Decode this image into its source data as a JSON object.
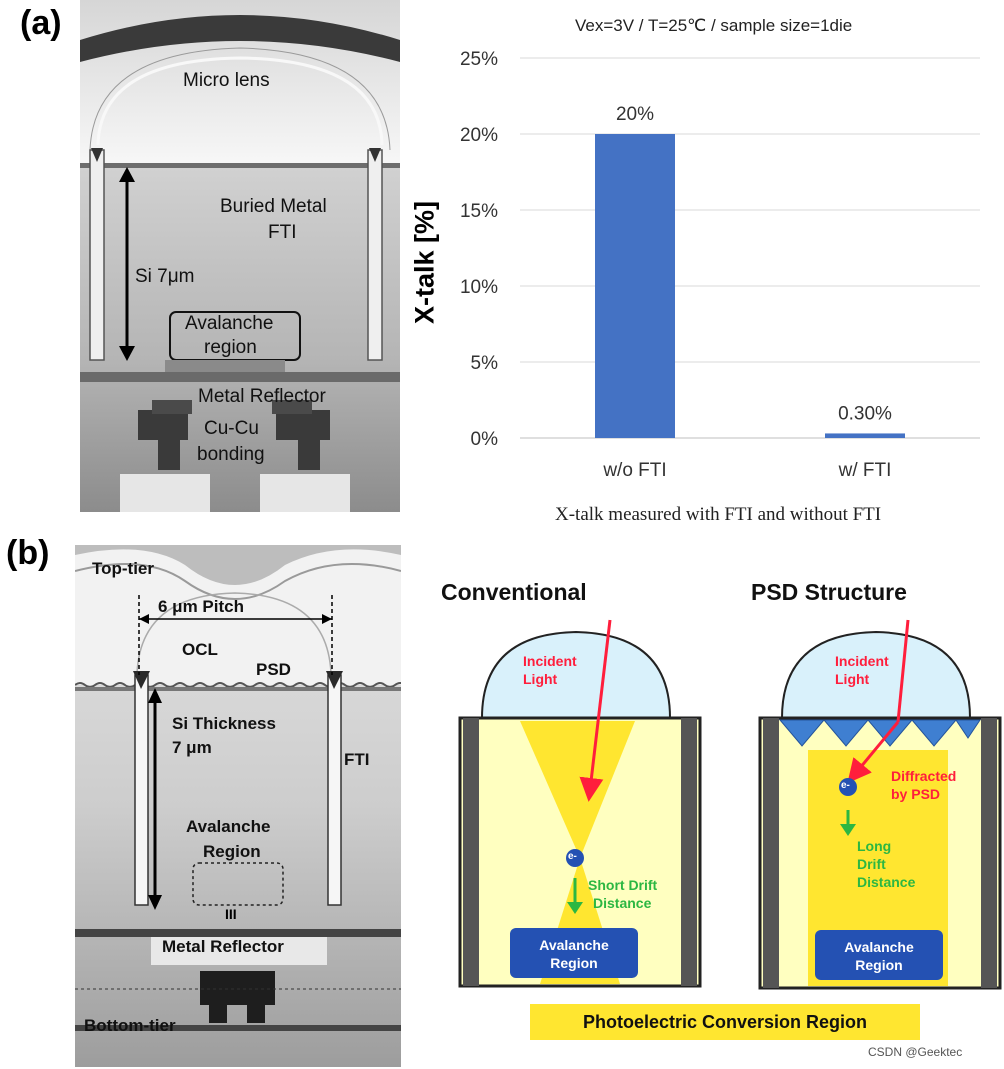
{
  "panel_a": {
    "label": "(a)",
    "sem": {
      "micro_lens": "Micro lens",
      "buried_metal": "Buried Metal",
      "fti": "FTI",
      "si": "Si 7μm",
      "avalanche": "Avalanche",
      "region": "region",
      "metal_reflector": "Metal Reflector",
      "cu_cu": "Cu-Cu",
      "bonding": "bonding"
    },
    "chart_data": {
      "type": "bar",
      "title": "Vex=3V / T=25℃ / sample size=1die",
      "ylabel": "X-talk [%]",
      "xlabel": "X-talk measured with FTI and without FTI",
      "categories": [
        "w/o FTI",
        "w/ FTI"
      ],
      "values": [
        20,
        0.3
      ],
      "data_labels": [
        "20%",
        "0.30%"
      ],
      "yticks": [
        "0%",
        "5%",
        "10%",
        "15%",
        "20%",
        "25%"
      ],
      "ylim": [
        0,
        25
      ],
      "bar_color": "#4472c4",
      "grid": true
    }
  },
  "panel_b": {
    "label": "(b)",
    "sem": {
      "top_tier": "Top-tier",
      "pitch": "6 μm Pitch",
      "ocl": "OCL",
      "psd": "PSD",
      "si_thickness": "Si Thickness",
      "si_value": "7 μm",
      "fti": "FTI",
      "avalanche": "Avalanche",
      "region": "Region",
      "metal_reflector": "Metal Reflector",
      "bottom_tier": "Bottom-tier"
    },
    "diagram": {
      "conventional_title": "Conventional",
      "psd_title": "PSD Structure",
      "incident_1": "Incident",
      "incident_2": "Light",
      "short_1": "Short Drift",
      "short_2": "Distance",
      "diffracted_1": "Diffracted",
      "diffracted_2": "by PSD",
      "long_1": "Long",
      "long_2": "Drift",
      "long_3": "Distance",
      "aval_1": "Avalanche",
      "aval_2": "Region",
      "electron": "e-",
      "photoelectric": "Photoelectric Conversion Region"
    }
  },
  "watermark": "CSDN @Geektec"
}
